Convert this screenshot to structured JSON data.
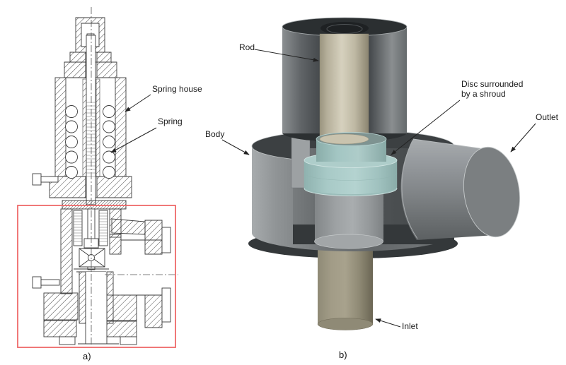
{
  "figure": {
    "panel_a": {
      "caption": "a)",
      "spring_house_label": "Spring house",
      "spring_label": "Spring",
      "highlight_color": "#ee6a6a"
    },
    "panel_b": {
      "caption": "b)",
      "rod_label": "Rod",
      "disc_label_line1": "Disc surrounded",
      "disc_label_line2": "by a shroud",
      "body_label": "Body",
      "outlet_label": "Outlet",
      "inlet_label": "Inlet",
      "colors": {
        "spring_house_dark": "#2b2f31",
        "body_gray": "#6e7274",
        "rod_tan": "#d6d1be",
        "disc_shroud_teal": "#a8cac7",
        "inlet_olive": "#a8a28d",
        "outlet_gray": "#7b7f81"
      }
    }
  }
}
